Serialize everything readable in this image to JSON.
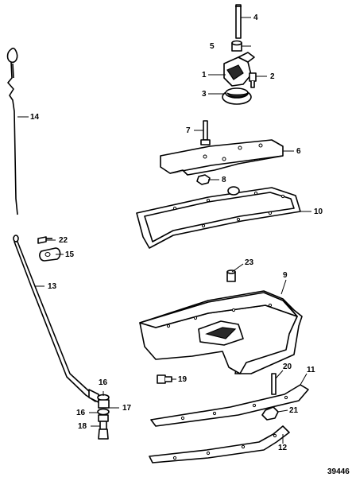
{
  "callouts": {
    "c1": "1",
    "c2": "2",
    "c3": "3",
    "c4": "4",
    "c5": "5",
    "c6": "6",
    "c7": "7",
    "c8": "8",
    "c9": "9",
    "c10": "10",
    "c11": "11",
    "c12": "12",
    "c13": "13",
    "c14": "14",
    "c15": "15",
    "c16a": "16",
    "c16b": "16",
    "c17": "17",
    "c18": "18",
    "c19": "19",
    "c20": "20",
    "c21": "21",
    "c22": "22",
    "c23": "23"
  },
  "figure_number": "39446"
}
